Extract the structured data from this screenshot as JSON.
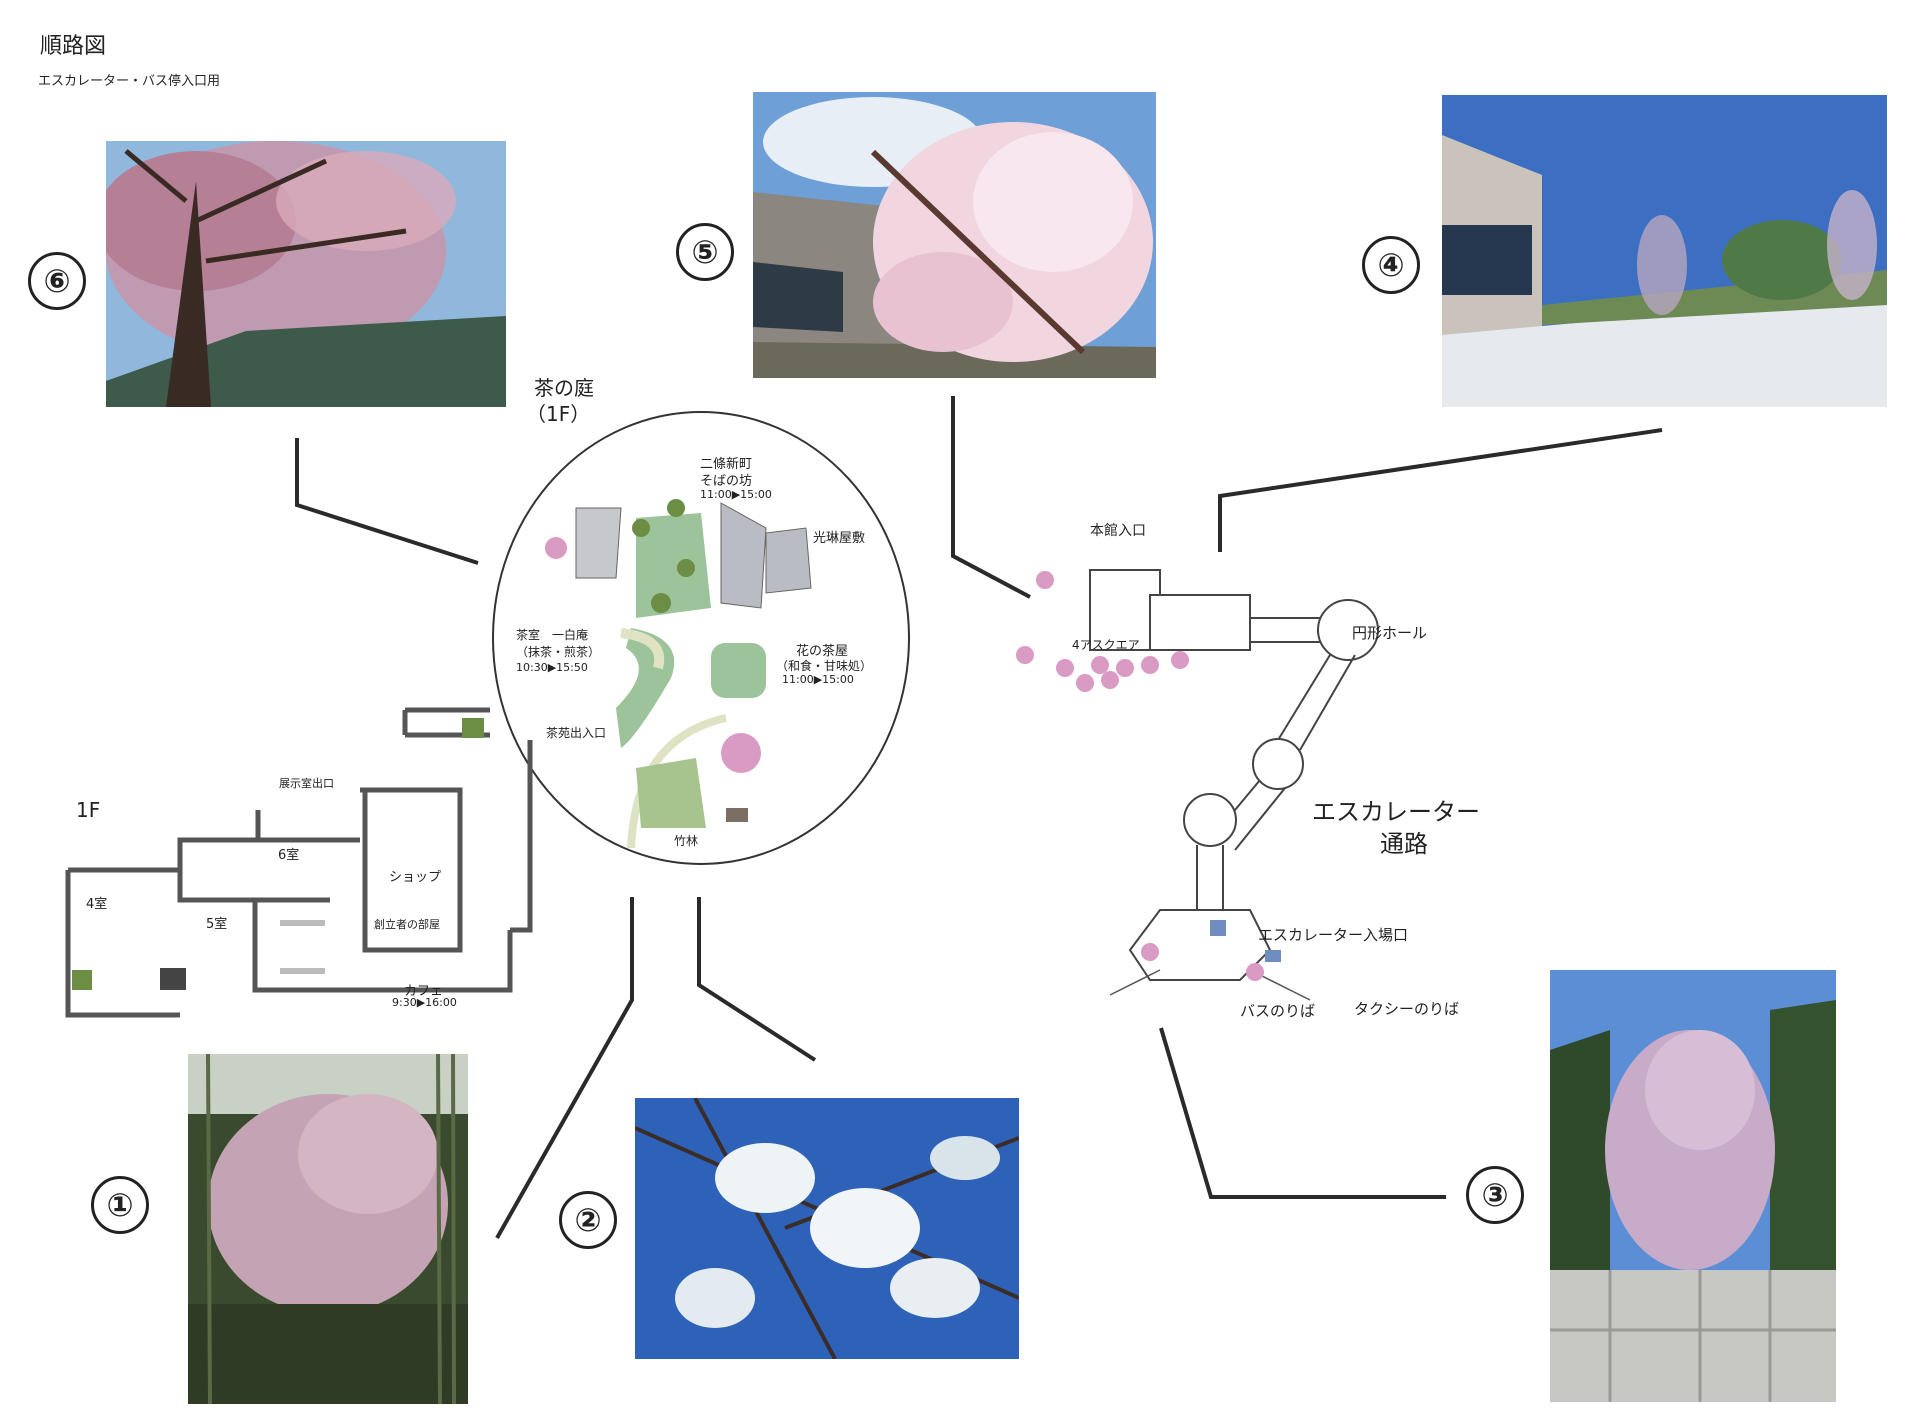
{
  "title": "順路図",
  "subtitle": "エスカレーター・バス停入口用",
  "markers": [
    "⑥",
    "⑤",
    "④",
    "①",
    "②",
    "③"
  ],
  "garden": {
    "name": "茶の庭",
    "floor": "（1F）",
    "soba_name1": "二條新町",
    "soba_name2": "そばの坊",
    "soba_hours": "11:00▶15:00",
    "korin": "光琳屋敷",
    "tearoom1": "茶室　一白庵",
    "tearoom2": "（抹茶・煎茶）",
    "tearoom_hours": "10:30▶15:50",
    "hana1": "花の茶屋",
    "hana2": "（和食・甘味処）",
    "hana_hours": "11:00▶15:00",
    "garden_entrance": "茶苑出入口",
    "bamboo": "竹林"
  },
  "floorplan": {
    "floor": "1F",
    "exhibit_exit": "展示室出口",
    "room6": "6室",
    "room4": "4室",
    "room5": "5室",
    "shop": "ショップ",
    "founder_room": "創立者の部屋",
    "cafe": "カフェ",
    "cafe_hours": "9:30▶16:00"
  },
  "route": {
    "main_entrance": "本館入口",
    "square": "4アスクエア",
    "round_hall": "円形ホール",
    "escalator1": "エスカレーター",
    "escalator2": "通路",
    "escalator_entrance": "エスカレーター入場口",
    "bus": "バスのりば",
    "taxi": "タクシーのりば"
  },
  "colors": {
    "line": "#2a2a2a",
    "sakura": "#d99bc4",
    "grass": "#9cc39a",
    "path": "#dfe3c4"
  }
}
